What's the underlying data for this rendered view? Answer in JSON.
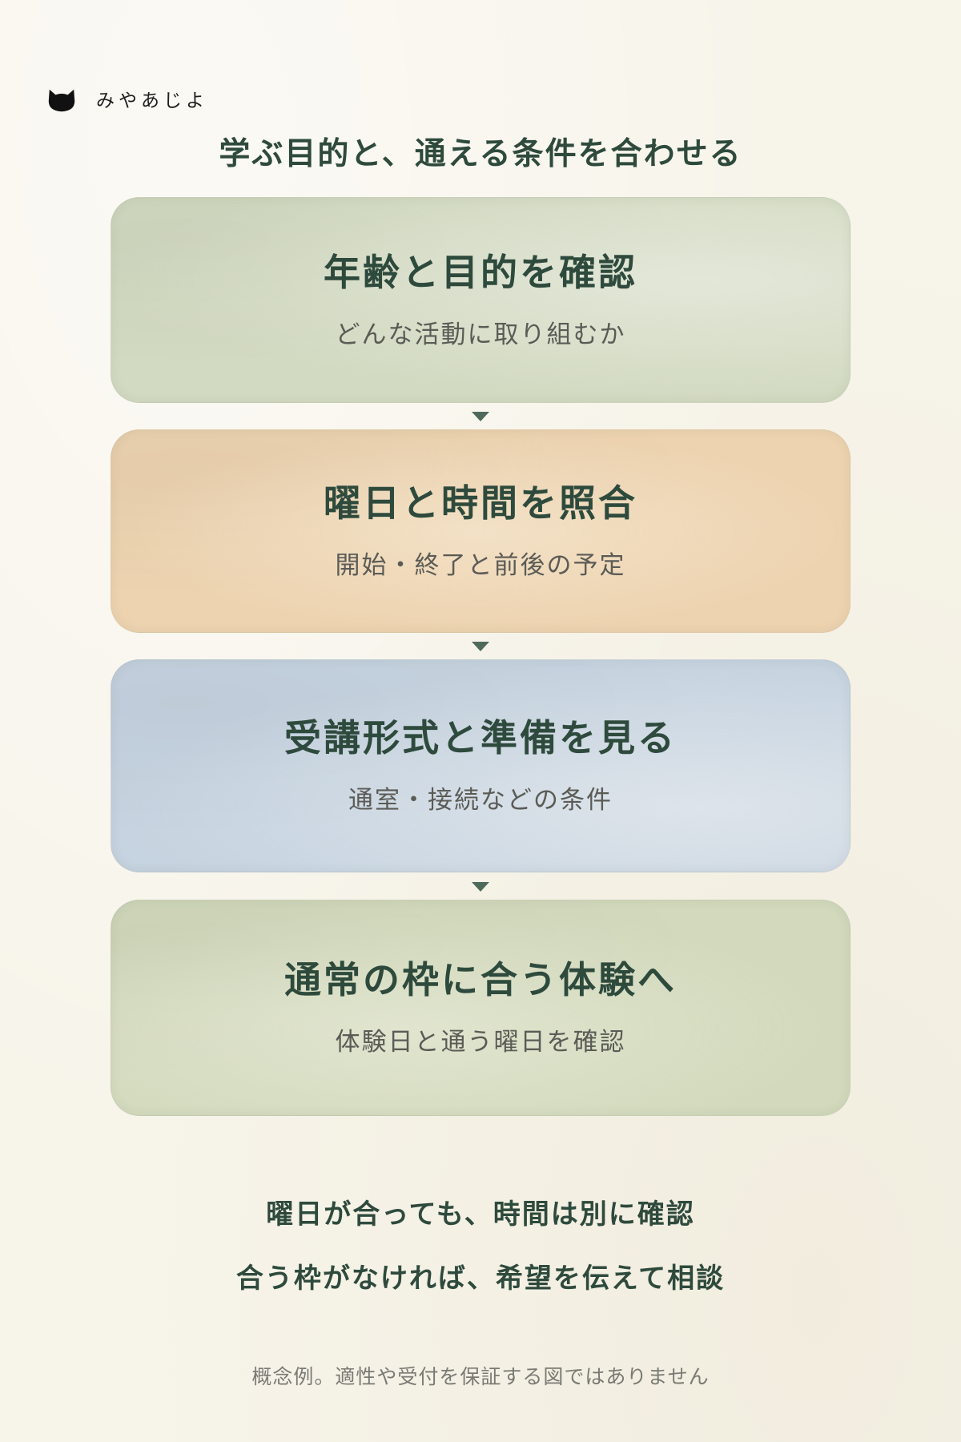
{
  "brand": {
    "name": "みやあじよ",
    "icon": "cat-icon"
  },
  "title": "学ぶ目的と、通える条件を合わせる",
  "steps": [
    {
      "title": "年齢と目的を確認",
      "subtitle": "どんな活動に取り組むか",
      "color": "#d2dac1",
      "highlight": "#e3e7d8"
    },
    {
      "title": "曜日と時間を照合",
      "subtitle": "開始・終了と前後の予定",
      "color": "#edd3b0",
      "highlight": "#f3e1c6"
    },
    {
      "title": "受講形式と準備を見る",
      "subtitle": "通室・接続などの条件",
      "color": "#c6d3e0",
      "highlight": "#dde4ea"
    },
    {
      "title": "通常の枠に合う体験へ",
      "subtitle": "体験日と通う曜日を確認",
      "color": "#d2d9bc",
      "highlight": "#e1e5cf"
    }
  ],
  "notes": [
    "曜日が合っても、時間は別に確認",
    "合う枠がなければ、希望を伝えて相談"
  ],
  "footer": "概念例。適性や受付を保証する図ではありません",
  "colors": {
    "background": "#f7f4ea",
    "text": "#2e4a3d",
    "arrow": "#4f6a5c"
  }
}
